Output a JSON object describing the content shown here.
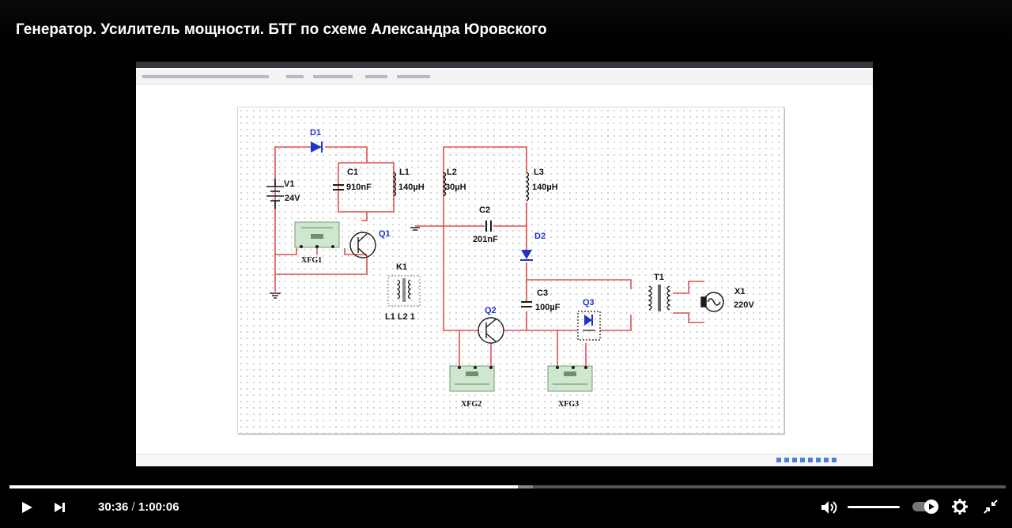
{
  "player": {
    "title": "Генератор. Усилитель мощности. БТГ по схеме Александра Юровского",
    "current_time": "30:36",
    "separator": "/",
    "duration": "1:00:06",
    "progress_fraction": 0.51,
    "buffered_fraction": 0.525,
    "volume_fraction": 1.0,
    "autoplay_on": true,
    "icons": [
      "play-icon",
      "next-icon",
      "volume-icon",
      "autoplay-toggle-icon",
      "settings-icon",
      "exit-fullscreen-icon"
    ]
  },
  "schematic": {
    "components": {
      "d1": "D1",
      "v1": "V1",
      "v1_val": "24V",
      "c1": "C1",
      "c1_val": "910nF",
      "l1": "L1",
      "l1_val": "140µH",
      "l2": "L2",
      "l2_val": "30µH",
      "l3": "L3",
      "l3_val": "140µH",
      "c2": "C2",
      "c2_val": "201nF",
      "q1": "Q1",
      "d2": "D2",
      "k1": "K1",
      "k1_val": "L1 L2 1",
      "xfg1": "XFG1",
      "t1": "T1",
      "x1": "X1",
      "x1_val": "220V",
      "c3": "C3",
      "c3_val": "100µF",
      "q2": "Q2",
      "q3": "Q3",
      "xfg2": "XFG2",
      "xfg3": "XFG3"
    },
    "colors": {
      "wire": "#e05050",
      "component": "#1a1a1a",
      "highlight": "#2233c8"
    }
  }
}
